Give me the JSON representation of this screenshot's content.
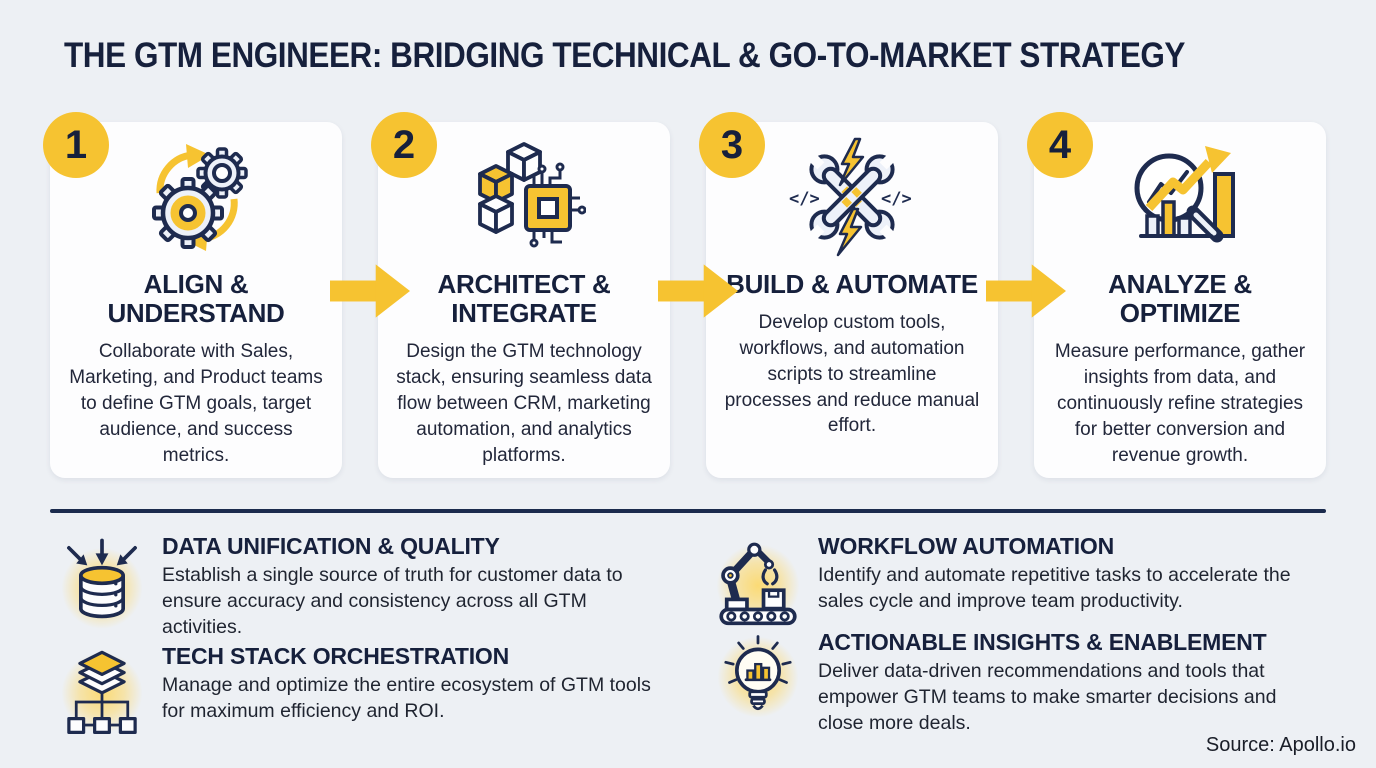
{
  "page": {
    "title": "THE GTM ENGINEER: BRIDGING TECHNICAL & GO-TO-MARKET STRATEGY",
    "source": "Source: Apollo.io"
  },
  "colors": {
    "background": "#EDF0F4",
    "card": "#FDFDFE",
    "navy": "#1B2B4D",
    "yellow": "#F6C331",
    "heading": "#16203C",
    "body_text": "#22273A"
  },
  "steps": [
    {
      "number": "1",
      "icon": "gears-sync-icon",
      "title": "ALIGN & UNDERSTAND",
      "description": "Collaborate with Sales, Marketing, and Product teams to define GTM goals, target audience, and success metrics."
    },
    {
      "number": "2",
      "icon": "cubes-chip-icon",
      "title": "ARCHITECT & INTEGRATE",
      "description": "Design the GTM technology stack, ensuring seamless data flow between CRM, marketing automation, and analytics platforms."
    },
    {
      "number": "3",
      "icon": "crossed-wrenches-icon",
      "title": "BUILD & AUTOMATE",
      "description": "Develop custom tools, workflows, and automation scripts to streamline processes and reduce manual effort."
    },
    {
      "number": "4",
      "icon": "magnifier-growth-icon",
      "title": "ANALYZE & OPTIMIZE",
      "description": "Measure performance, gather insights from data, and continuously refine strategies for better conversion and revenue growth."
    }
  ],
  "capabilities": [
    {
      "icon": "database-inflow-icon",
      "title": "DATA UNIFICATION & QUALITY",
      "description": "Establish a single source of truth for customer data to ensure accuracy and consistency across all GTM activities."
    },
    {
      "icon": "layers-orchestration-icon",
      "title": "TECH STACK ORCHESTRATION",
      "description": "Manage and optimize the entire ecosystem of GTM tools for maximum efficiency and ROI."
    },
    {
      "icon": "robot-arm-icon",
      "title": "WORKFLOW AUTOMATION",
      "description": "Identify and automate repetitive tasks to accelerate the sales cycle and improve team productivity."
    },
    {
      "icon": "lightbulb-insights-icon",
      "title": "ACTIONABLE INSIGHTS & ENABLEMENT",
      "description": "Deliver data-driven recommendations and tools that empower GTM teams to make smarter decisions and close more deals."
    }
  ]
}
